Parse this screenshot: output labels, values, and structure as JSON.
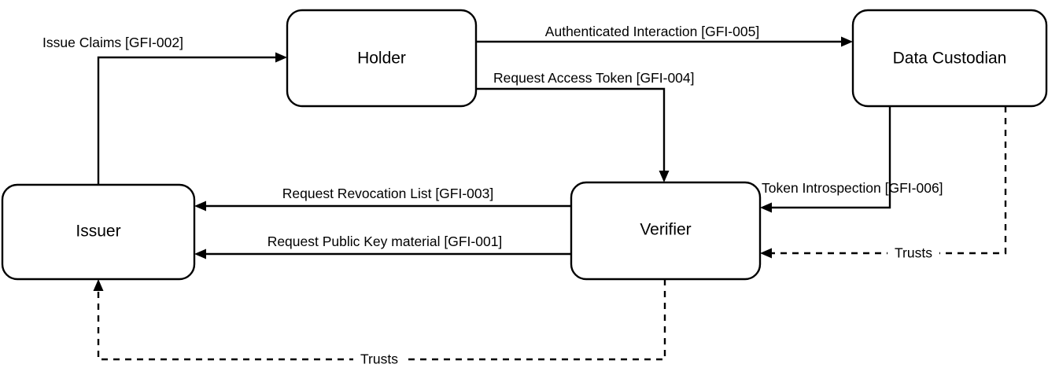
{
  "diagram": {
    "type": "flow-diagram",
    "background_color": "#ffffff",
    "line_color": "#000000",
    "nodes": [
      {
        "id": "holder",
        "label": "Holder"
      },
      {
        "id": "data_custodian",
        "label": "Data Custodian"
      },
      {
        "id": "issuer",
        "label": "Issuer"
      },
      {
        "id": "verifier",
        "label": "Verifier"
      }
    ],
    "edges": [
      {
        "id": "gfi_002",
        "label": "Issue Claims [GFI-002]",
        "from": "issuer",
        "to": "holder",
        "style": "solid"
      },
      {
        "id": "gfi_005",
        "label": "Authenticated Interaction [GFI-005]",
        "from": "holder",
        "to": "data_custodian",
        "style": "solid"
      },
      {
        "id": "gfi_004",
        "label": "Request Access Token [GFI-004]",
        "from": "holder",
        "to": "verifier",
        "style": "solid"
      },
      {
        "id": "gfi_003",
        "label": "Request Revocation List [GFI-003]",
        "from": "verifier",
        "to": "issuer",
        "style": "solid"
      },
      {
        "id": "gfi_001",
        "label": "Request Public Key material [GFI-001]",
        "from": "verifier",
        "to": "issuer",
        "style": "solid"
      },
      {
        "id": "gfi_006",
        "label": "Token Introspection [GFI-006]",
        "from": "data_custodian",
        "to": "verifier",
        "style": "solid"
      },
      {
        "id": "trust_custodian_verifier",
        "label": "Trusts",
        "from": "data_custodian",
        "to": "verifier",
        "style": "dashed"
      },
      {
        "id": "trust_verifier_issuer",
        "label": "Trusts",
        "from": "verifier",
        "to": "issuer",
        "style": "dashed"
      }
    ]
  }
}
